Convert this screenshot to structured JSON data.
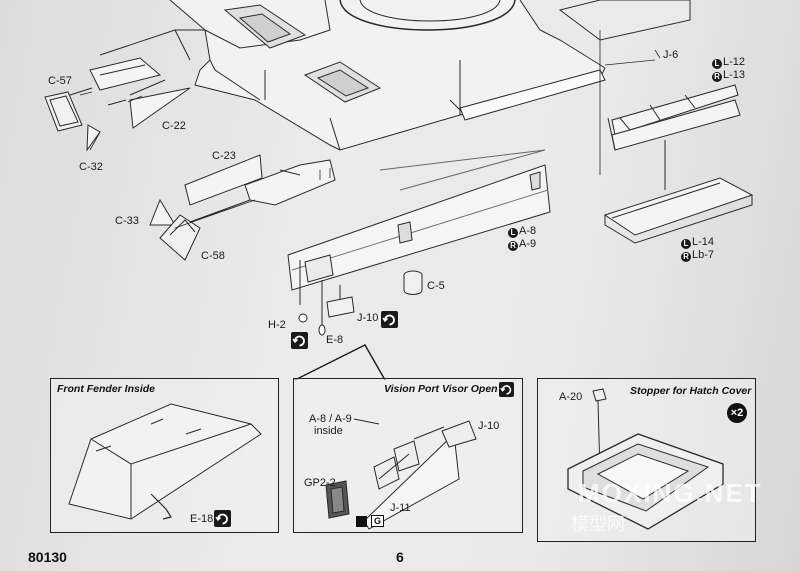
{
  "page": {
    "code": "80130",
    "number": "6"
  },
  "parts": {
    "c57": "C-57",
    "c32": "C-32",
    "c22": "C-22",
    "c23": "C-23",
    "c33": "C-33",
    "c58": "C-58",
    "j6": "J-6",
    "l12": "L-12",
    "l13": "L-13",
    "l14": "L-14",
    "lb7": "Lb-7",
    "a8": "A-8",
    "a9": "A-9",
    "c5": "C-5",
    "h2": "H-2",
    "e8": "E-8",
    "j10": "J-10"
  },
  "side_marks": {
    "left": "L",
    "right": "R"
  },
  "insets": {
    "front_fender": {
      "title": "Front Fender Inside",
      "e18": "E-18"
    },
    "vision_port": {
      "title": "Vision Port Visor Open",
      "a8a9": "A-8 / A-9",
      "inside": "inside",
      "j10": "J-10",
      "gp": "GP2-2",
      "j11": "J-11",
      "g_mark": "G"
    },
    "stopper": {
      "title": "Stopper for Hatch Cover",
      "a20": "A-20",
      "qty": "×2"
    }
  },
  "watermark": {
    "line1": "MOXING.NET",
    "line2": "模型网"
  },
  "icons": [
    "flip-part-icon",
    "paint-brush-icon"
  ]
}
